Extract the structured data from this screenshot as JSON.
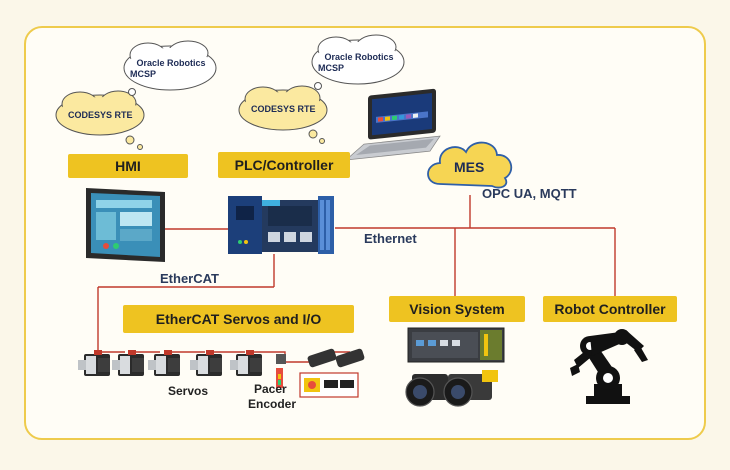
{
  "nodes": {
    "hmi": "HMI",
    "plc": "PLC/Controller",
    "servos_io": "EtherCAT Servos and I/O",
    "vision": "Vision System",
    "robot": "Robot Controller",
    "mes": "MES"
  },
  "clouds": {
    "hmi_rte": "CODESYS RTE",
    "hmi_mcsp_line1": "Oracle Robotics",
    "hmi_mcsp_line2": "MCSP",
    "plc_rte": "CODESYS RTE",
    "plc_mcsp_line1": "Oracle Robotics",
    "plc_mcsp_line2": "MCSP"
  },
  "networks": {
    "ethercat": "EtherCAT",
    "ethernet": "Ethernet",
    "protocols": "OPC UA, MQTT"
  },
  "devices": {
    "servos": "Servos",
    "pacer": "Pacer",
    "encoder": "Encoder"
  },
  "colors": {
    "accent_yellow": "#eec321",
    "frame_border": "#eecb4c",
    "network_line": "#c0392b",
    "cloud_fill": "#fbe9a0",
    "cloud_white": "#ffffff",
    "text_dark": "#1d2b55"
  },
  "icons": [
    "hmi-panel-icon",
    "plc-controller-icon",
    "laptop-icon",
    "servo-motor-icon",
    "io-module-icon",
    "vision-pc-icon",
    "camera-icon",
    "robot-arm-icon",
    "cloud-icon"
  ]
}
